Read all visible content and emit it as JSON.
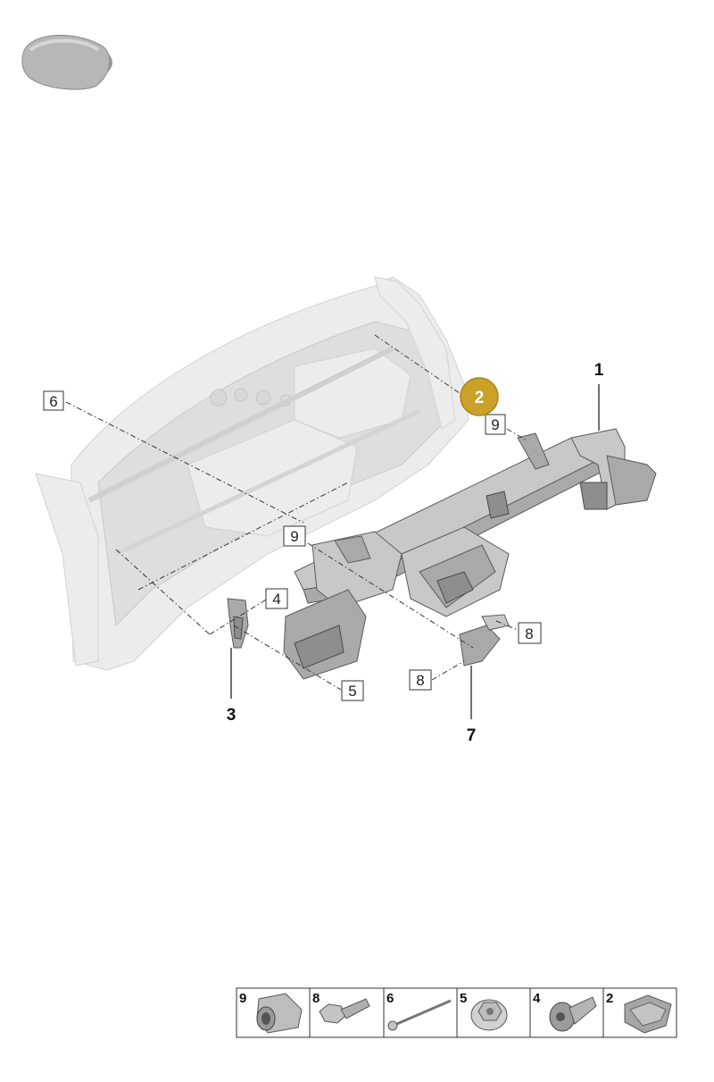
{
  "callouts": {
    "c1": "1",
    "c2": "2",
    "c3": "3",
    "c4": "4",
    "c5": "5",
    "c6": "6",
    "c7": "7",
    "c8a": "8",
    "c8b": "8",
    "c9a": "9",
    "c9b": "9"
  },
  "legend": {
    "items": [
      {
        "num": "9",
        "icon": "flanged-nut-icon"
      },
      {
        "num": "8",
        "icon": "hex-bolt-icon"
      },
      {
        "num": "6",
        "icon": "long-bolt-icon"
      },
      {
        "num": "5",
        "icon": "hex-nut-icon"
      },
      {
        "num": "4",
        "icon": "torx-bolt-icon"
      },
      {
        "num": "2",
        "icon": "sealing-pad-icon"
      }
    ]
  },
  "colors": {
    "highlight": "#c9a227",
    "part": "#a9a9a9",
    "ghost": "#ececec"
  }
}
